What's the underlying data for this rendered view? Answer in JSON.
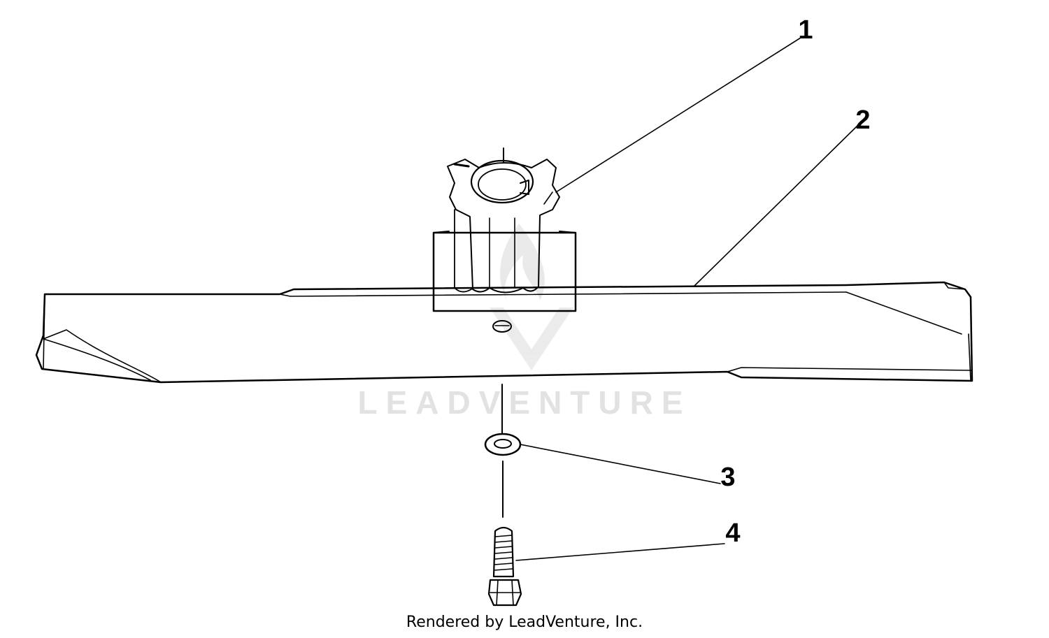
{
  "callouts": [
    {
      "id": "1",
      "label": "1",
      "part": "adapter"
    },
    {
      "id": "2",
      "label": "2",
      "part": "blade"
    },
    {
      "id": "3",
      "label": "3",
      "part": "washer"
    },
    {
      "id": "4",
      "label": "4",
      "part": "bolt"
    }
  ],
  "watermark": {
    "text": "LEADVENTURE"
  },
  "footer": {
    "credit": "Rendered by LeadVenture, Inc."
  },
  "colors": {
    "ink": "#000000",
    "background": "#ffffff",
    "watermark": "#e2e2e2"
  }
}
